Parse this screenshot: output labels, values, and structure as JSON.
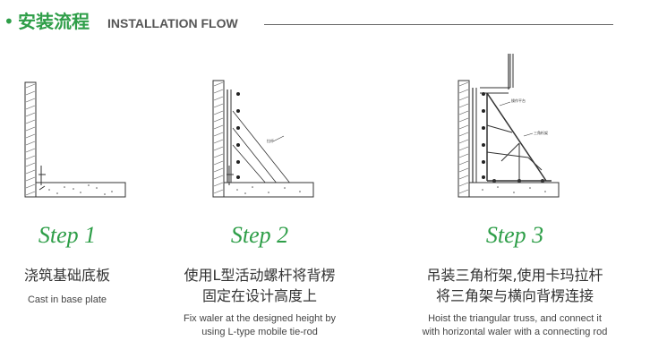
{
  "header": {
    "bullet": "•",
    "title_cn": "安装流程",
    "title_en": "INSTALLATION FLOW"
  },
  "steps": [
    {
      "label": "Step 1",
      "cn_lines": [
        "浇筑基础底板"
      ],
      "en_lines": [
        "Cast in base plate"
      ]
    },
    {
      "label": "Step 2",
      "cn_lines": [
        "使用L型活动螺杆将背楞",
        "固定在设计高度上"
      ],
      "en_lines": [
        "Fix waler at the designed height by",
        "using L-type mobile tie-rod"
      ]
    },
    {
      "label": "Step 3",
      "cn_lines": [
        "吊装三角桁架,使用卡玛拉杆",
        "将三角架与横向背楞连接"
      ],
      "en_lines": [
        "Hoist the triangular truss, and connect it",
        "with horizontal waler with a connecting rod"
      ]
    }
  ],
  "colors": {
    "accent": "#2e9e48",
    "text": "#333333",
    "line": "#333333"
  }
}
